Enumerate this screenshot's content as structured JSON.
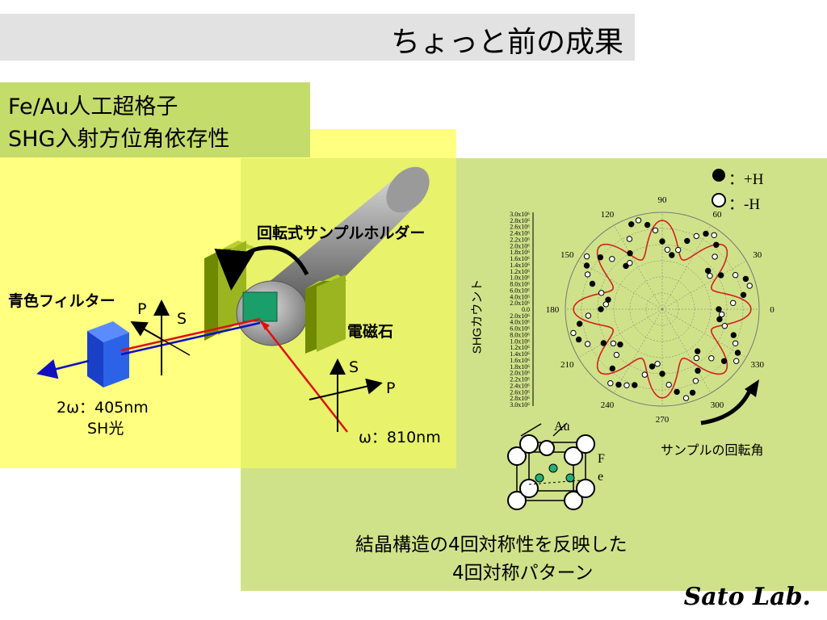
{
  "slide": {
    "title": "ちょっと前の成果",
    "heading_line1": "Fe/Au人工超格子",
    "heading_line2": "SHG入射方位角依存性",
    "caption_line1": "結晶構造の4回対称性を反映した",
    "caption_line2": "4回対称パターン",
    "logo": "Sato Lab."
  },
  "setup": {
    "holder_label": "回転式サンプルホルダー",
    "filter_label": "青色フィルター",
    "magnet_label": "電磁石",
    "p_out": "P",
    "s_out": "S",
    "s_in": "S",
    "p_in": "P",
    "sh_wavelength": "2ω：405nm",
    "sh_light": "SH光",
    "input_wavelength": "ω：810nm"
  },
  "legend": {
    "plus_h": "：+H",
    "minus_h": "：-H"
  },
  "rotation_label": "サンプルの回転角",
  "crystal": {
    "au_label": "Au",
    "fe_label_1": "F",
    "fe_label_2": "e"
  },
  "chart_data": {
    "type": "polar-scatter",
    "ylabel": "SHGカウント",
    "angle_labels": [
      "0",
      "30",
      "60",
      "90",
      "120",
      "150",
      "180",
      "210",
      "240",
      "270",
      "300",
      "330"
    ],
    "radial_tick_labels": [
      "0.0",
      "2.0x10⁶",
      "4.0x10⁶",
      "6.0x10⁶",
      "8.0x10⁶",
      "1.0x10⁶",
      "1.2x10⁶",
      "1.4x10⁶",
      "1.6x10⁶",
      "1.8x10⁶",
      "2.0x10⁶",
      "2.2x10⁶",
      "2.4x10⁶",
      "2.6x10⁶",
      "2.8x10⁶",
      "3.0x10⁶"
    ],
    "rlim": [
      0,
      3000000.0
    ],
    "fit_curve": {
      "form": "A + B*cos(8θ)",
      "A": 2200000.0,
      "B": 550000.0,
      "color": "#d42020"
    },
    "series": [
      {
        "name": "+H",
        "marker": "filled",
        "color": "#000000",
        "points": [
          [
            0,
            1750000.0
          ],
          [
            10,
            2550000.0
          ],
          [
            20,
            2750000.0
          ],
          [
            30,
            2100000.0
          ],
          [
            40,
            1850000.0
          ],
          [
            50,
            2600000.0
          ],
          [
            60,
            2700000.0
          ],
          [
            70,
            2250000.0
          ],
          [
            80,
            1700000.0
          ],
          [
            90,
            2100000.0
          ],
          [
            100,
            2650000.0
          ],
          [
            110,
            2800000.0
          ],
          [
            120,
            2000000.0
          ],
          [
            130,
            1750000.0
          ],
          [
            140,
            2500000.0
          ],
          [
            150,
            2700000.0
          ],
          [
            160,
            2300000.0
          ],
          [
            170,
            1700000.0
          ],
          [
            180,
            1900000.0
          ],
          [
            190,
            2600000.0
          ],
          [
            200,
            2750000.0
          ],
          [
            210,
            2100000.0
          ],
          [
            220,
            1700000.0
          ],
          [
            230,
            2400000.0
          ],
          [
            240,
            2700000.0
          ],
          [
            250,
            2500000.0
          ],
          [
            260,
            1800000.0
          ],
          [
            270,
            2000000.0
          ],
          [
            280,
            2600000.0
          ],
          [
            290,
            2750000.0
          ],
          [
            300,
            2200000.0
          ],
          [
            310,
            1700000.0
          ],
          [
            320,
            2500000.0
          ],
          [
            330,
            2700000.0
          ],
          [
            340,
            2350000.0
          ],
          [
            350,
            1800000.0
          ]
        ]
      },
      {
        "name": "-H",
        "marker": "open",
        "color": "#000000",
        "points": [
          [
            5,
            2200000.0
          ],
          [
            15,
            2800000.0
          ],
          [
            25,
            2500000.0
          ],
          [
            35,
            1800000.0
          ],
          [
            45,
            2300000.0
          ],
          [
            55,
            2800000.0
          ],
          [
            65,
            2500000.0
          ],
          [
            75,
            1900000.0
          ],
          [
            85,
            1850000.0
          ],
          [
            95,
            2450000.0
          ],
          [
            105,
            2850000.0
          ],
          [
            115,
            2400000.0
          ],
          [
            125,
            1750000.0
          ],
          [
            135,
            2200000.0
          ],
          [
            145,
            2850000.0
          ],
          [
            155,
            2550000.0
          ],
          [
            165,
            1950000.0
          ],
          [
            175,
            1750000.0
          ],
          [
            185,
            2300000.0
          ],
          [
            195,
            2850000.0
          ],
          [
            205,
            2550000.0
          ],
          [
            215,
            1850000.0
          ],
          [
            225,
            2000000.0
          ],
          [
            235,
            2800000.0
          ],
          [
            245,
            2600000.0
          ],
          [
            255,
            2100000.0
          ],
          [
            265,
            1700000.0
          ],
          [
            275,
            2350000.0
          ],
          [
            285,
            2850000.0
          ],
          [
            295,
            2450000.0
          ],
          [
            305,
            1850000.0
          ],
          [
            315,
            2150000.0
          ],
          [
            325,
            2800000.0
          ],
          [
            335,
            2500000.0
          ],
          [
            345,
            2000000.0
          ],
          [
            355,
            1850000.0
          ]
        ]
      }
    ]
  }
}
